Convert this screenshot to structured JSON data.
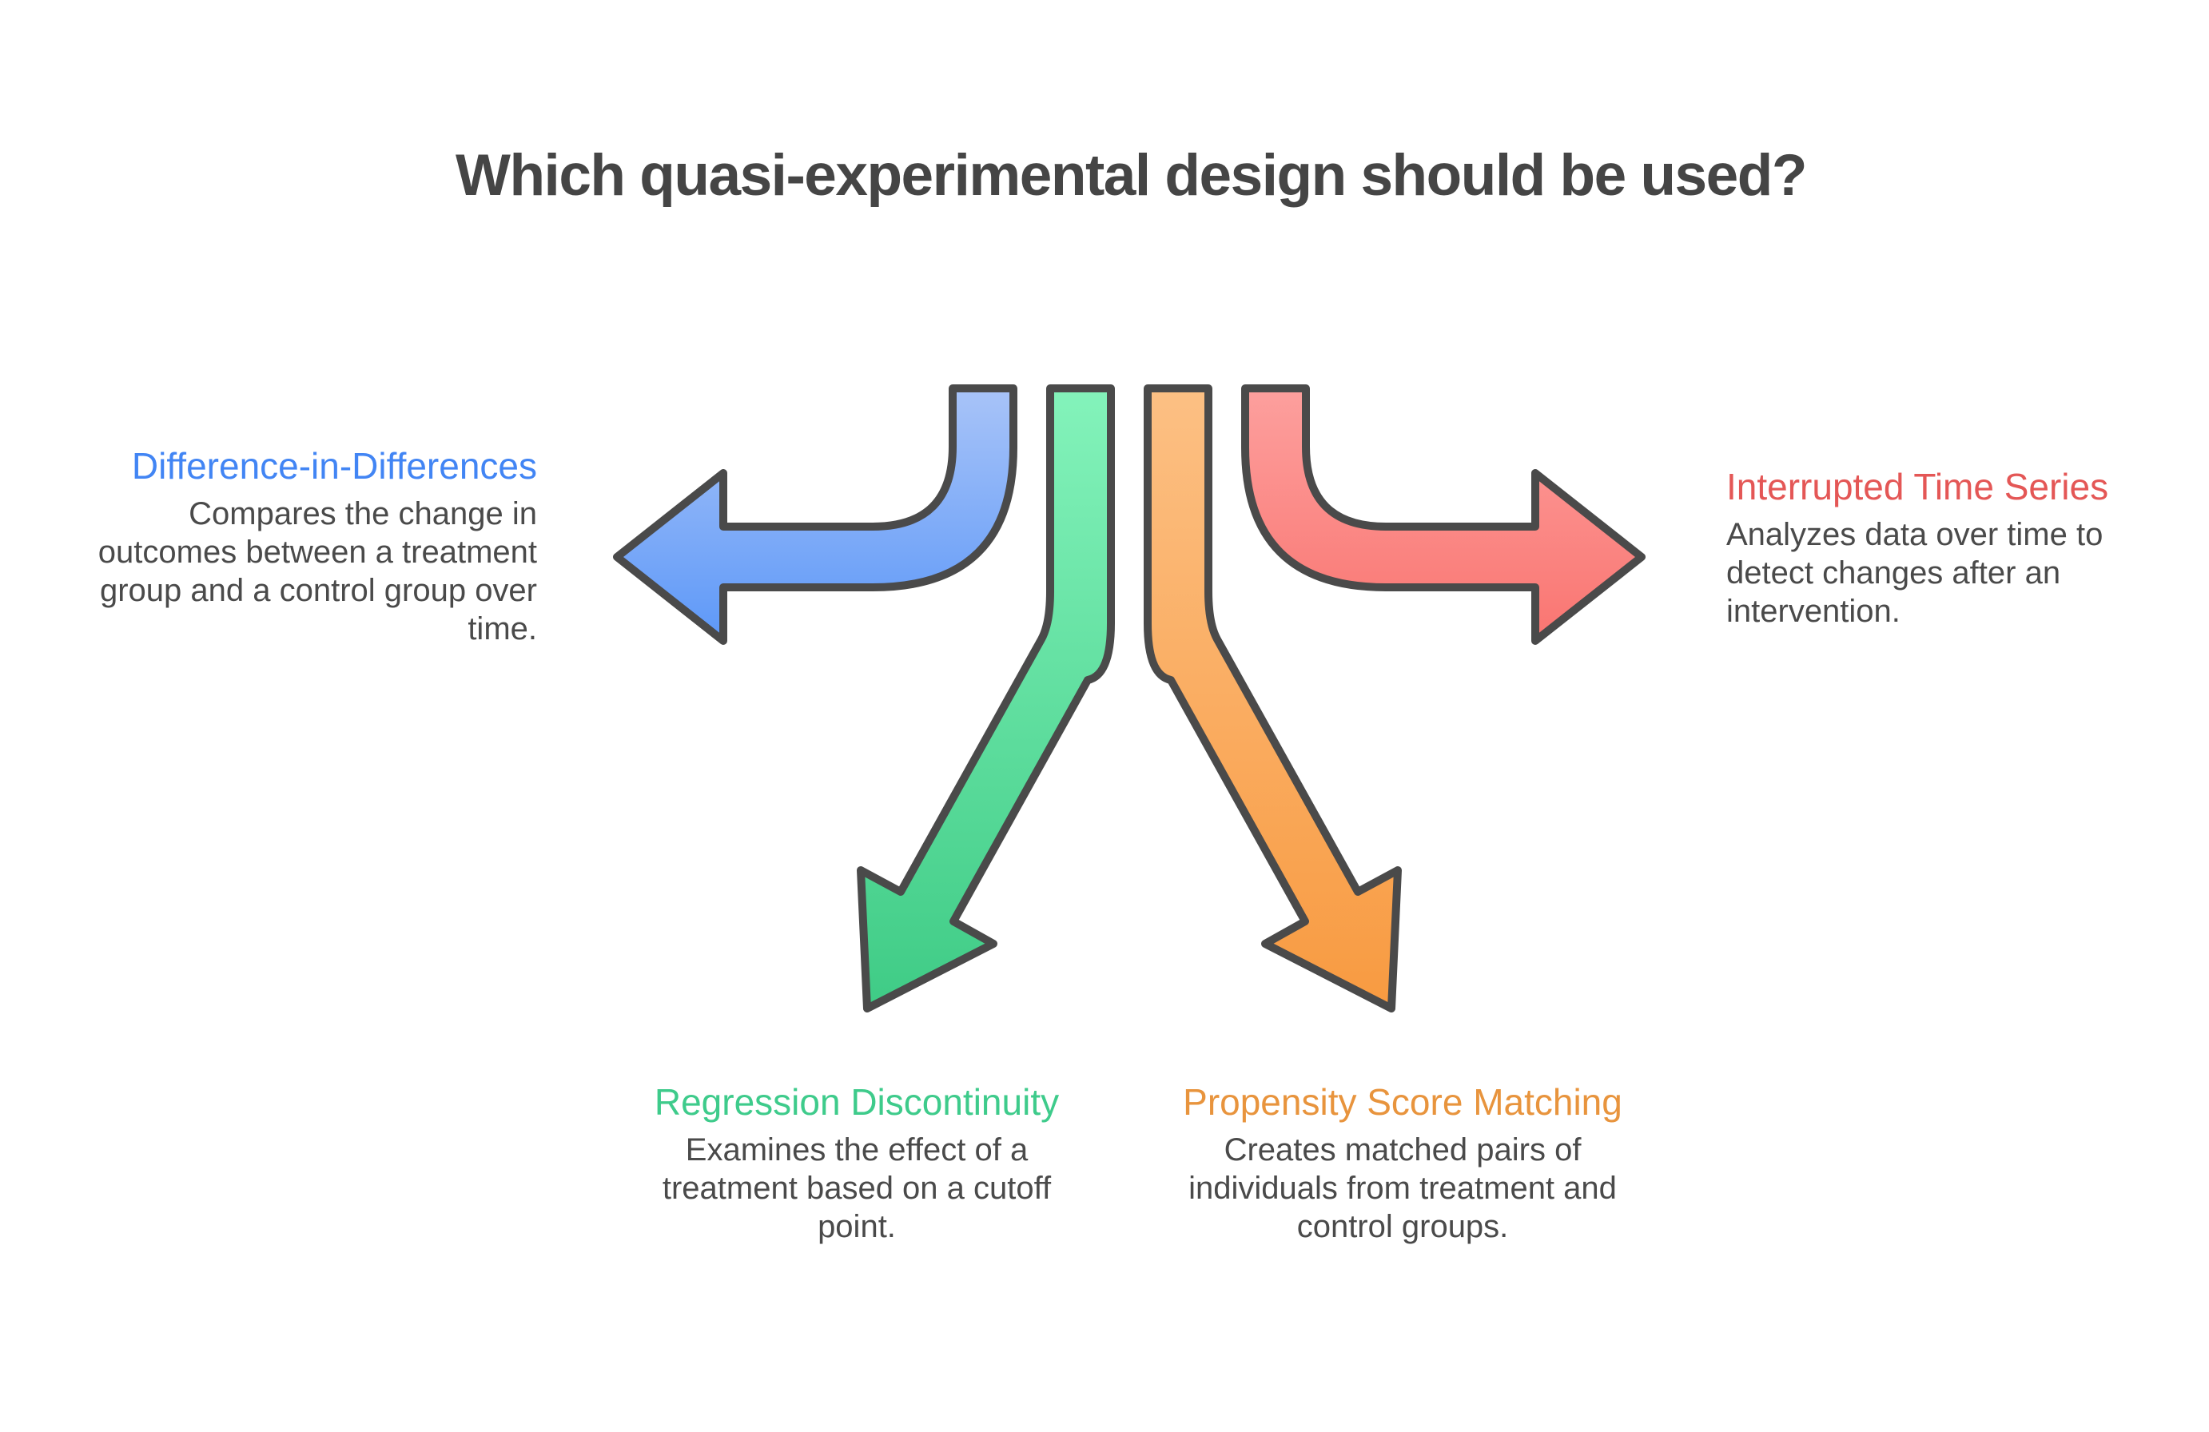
{
  "title": "Which quasi-experimental design should be used?",
  "colors": {
    "background": "#ffffff",
    "outline": "#4a4a4a",
    "title_text": "#454545",
    "body_text": "#4a4a4a"
  },
  "branches": [
    {
      "name": "Difference-in-Differences",
      "description": "Compares the change in outcomes between a treatment group and a control group over time.",
      "heading_color": "#4285f4",
      "arrow": {
        "direction": "left",
        "gradient_from": "#a9c4f8",
        "gradient_to": "#5b97f8"
      }
    },
    {
      "name": "Regression Discontinuity",
      "description": "Examines the effect of a treatment based on a cutoff point.",
      "heading_color": "#3ecb8b",
      "arrow": {
        "direction": "down-left",
        "gradient_from": "#84f3bb",
        "gradient_to": "#3ecb85"
      }
    },
    {
      "name": "Propensity Score Matching",
      "description": "Creates matched pairs of individuals from treatment and control groups.",
      "heading_color": "#e8943d",
      "arrow": {
        "direction": "down-right",
        "gradient_from": "#fcc084",
        "gradient_to": "#f89a40"
      }
    },
    {
      "name": "Interrupted Time Series",
      "description": "Analyzes data over time to detect changes after an intervention.",
      "heading_color": "#e45756",
      "arrow": {
        "direction": "right",
        "gradient_from": "#fda09e",
        "gradient_to": "#f97470"
      }
    }
  ]
}
